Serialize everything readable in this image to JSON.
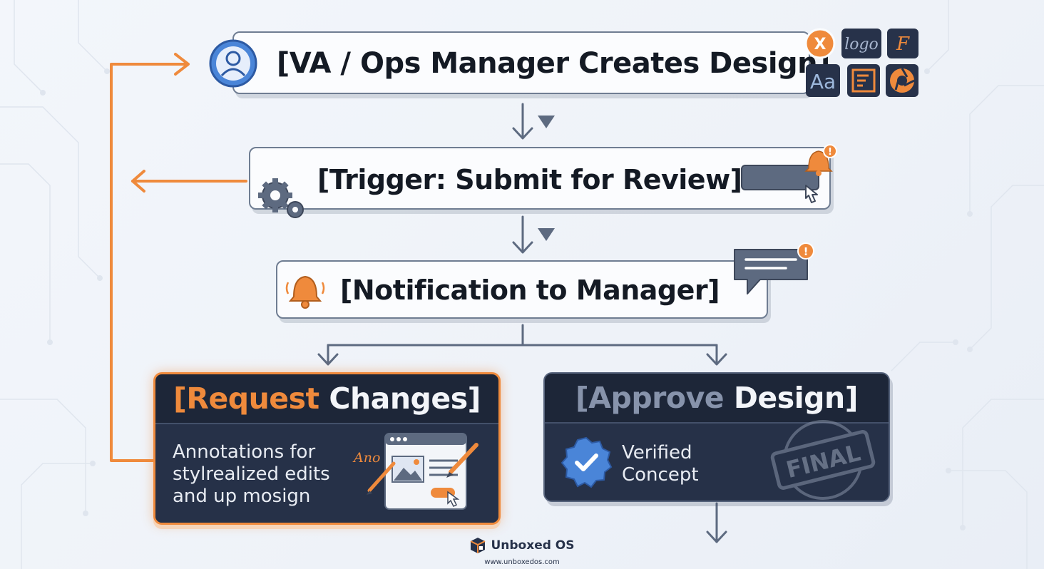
{
  "flow": {
    "create_design": {
      "label": "[VA / Ops Manager Creates Design]",
      "icons": [
        "user-avatar-icon",
        "close-x-icon",
        "logo-icon",
        "font-icon",
        "typeface-icon",
        "layout-icon",
        "aperture-icon"
      ]
    },
    "submit_review": {
      "label": "[Trigger: Submit for Review]",
      "icons": [
        "gears-icon",
        "button-click-icon",
        "alert-bell-icon"
      ]
    },
    "notify_manager": {
      "label": "[Notification to Manager]",
      "icons": [
        "bell-icon",
        "chat-alert-icon"
      ]
    },
    "request_changes": {
      "title_accent": "[Request",
      "title_rest": " Changes]",
      "description": "Annotations for\nstylrealized edits\nand up mosign",
      "annotation_mark": "Ano",
      "accent_color": "#ef8a3c"
    },
    "approve_design": {
      "title_accent": "[Approve",
      "title_rest": " Design]",
      "description": "Verified\nConcept",
      "stamp": "FINAL",
      "badge_color": "#4a85d8"
    }
  },
  "icon_text": {
    "close": "X",
    "logo": "logo",
    "font": "F",
    "typeface": "Aa",
    "alert": "!"
  },
  "brand": {
    "name": "Unboxed OS",
    "url": "www.unboxedos.com"
  },
  "colors": {
    "accent": "#ef8a3c",
    "dark_card": "#1d2638",
    "box_border": "#6f7d92",
    "connector": "#5d6a80"
  }
}
